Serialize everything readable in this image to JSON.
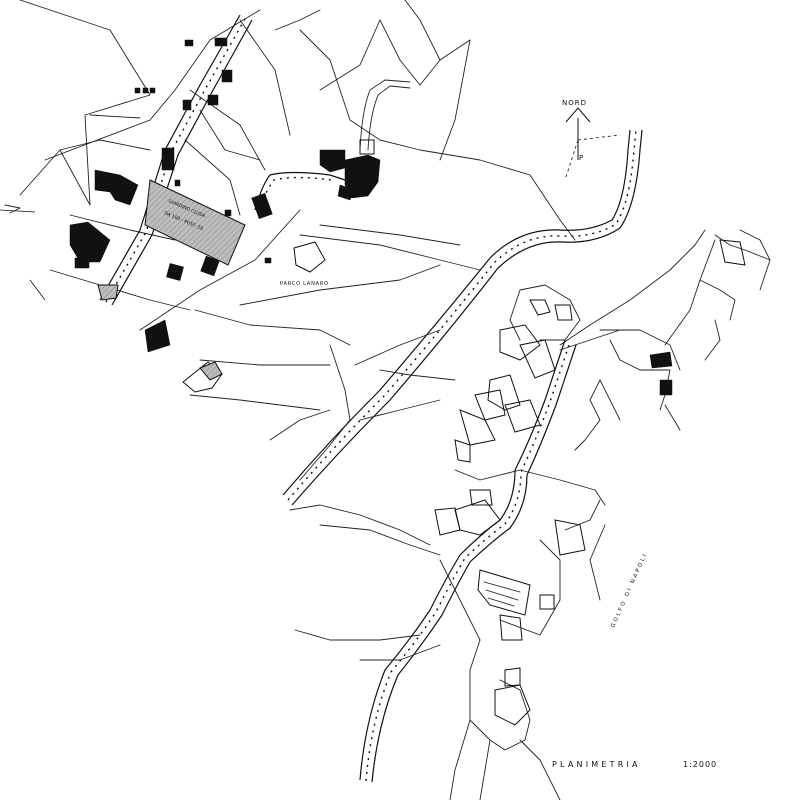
{
  "map": {
    "title": "PLANIMETRIA",
    "scale": "1:2000",
    "north_label": "NORD",
    "north_marker": "P",
    "park_label": "PARCO LANARO",
    "gulf_label": "GOLFO DI NAPOLI",
    "zone_label_line1": "GIARDINO CLUSA",
    "zone_label_line2": "DA 100 - POST. 50",
    "colors": {
      "ink": "#111111",
      "paper": "#ffffff",
      "zone_fill": "#c8c8c8"
    }
  }
}
